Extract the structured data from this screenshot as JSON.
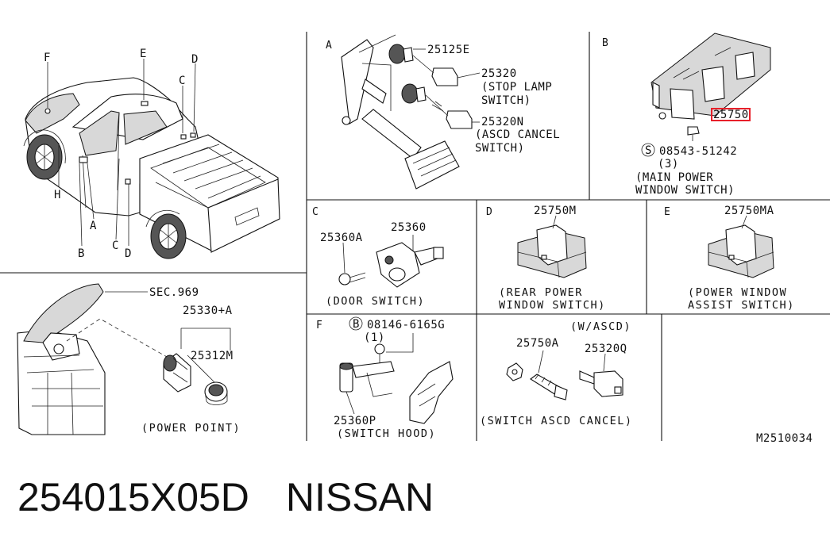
{
  "diagram_id": "M2510034",
  "vehicle_labels": [
    "F",
    "E",
    "D",
    "C",
    "H",
    "A",
    "B",
    "C",
    "D"
  ],
  "sec_ref": "SEC.969",
  "power_point": {
    "part1": "25330+A",
    "part2": "25312M",
    "caption": "(POWER POINT)"
  },
  "panel_a": {
    "letter": "A",
    "part1": "25125E",
    "part2": "25320",
    "part2_desc": [
      "(STOP LAMP",
      "SWITCH)"
    ],
    "part3": "25320N",
    "part3_desc": [
      "(ASCD CANCEL",
      "SWITCH)"
    ]
  },
  "panel_b": {
    "letter": "B",
    "part_highlighted": "25750",
    "bolt": "08543-51242",
    "bolt_prefix": "S",
    "bolt_qty": "(3)",
    "caption": [
      "(MAIN POWER",
      "WINDOW SWITCH)"
    ],
    "highlight_color": "#e8202a"
  },
  "panel_c": {
    "letter": "C",
    "part1": "25360A",
    "part2": "25360",
    "caption": "(DOOR SWITCH)"
  },
  "panel_d": {
    "letter": "D",
    "part": "25750M",
    "caption": [
      "(REAR POWER",
      "WINDOW SWITCH)"
    ]
  },
  "panel_e": {
    "letter": "E",
    "part": "25750MA",
    "caption": [
      "(POWER WINDOW",
      "ASSIST SWITCH)"
    ]
  },
  "panel_f": {
    "letter": "F",
    "bolt_prefix": "B",
    "bolt": "08146-6165G",
    "bolt_qty": "(1)",
    "part": "25360P",
    "caption": "(SWITCH HOOD)"
  },
  "panel_ascd": {
    "note": "(W/ASCD)",
    "part1": "25750A",
    "part2": "25320Q",
    "caption": "(SWITCH ASCD CANCEL)"
  },
  "footer": {
    "part_number": "254015X05D",
    "brand": "NISSAN"
  }
}
